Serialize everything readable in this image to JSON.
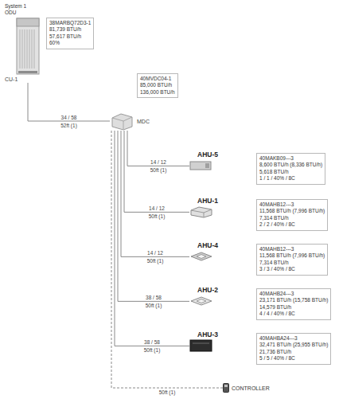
{
  "diagram": {
    "nodes": [
      {
        "text": [
          "System 1 ODU",
          "CU-1"
        ]
      },
      {
        "text": [
          "38MARBQ72D3-1",
          "81,739 BTU/h",
          "57,617 BTU/h",
          "60%"
        ]
      },
      {
        "text": [
          "MDC"
        ]
      },
      {
        "text": [
          "40MVDC04-1",
          "85,000 BTU/h",
          "136,000 BTU/h"
        ]
      },
      {
        "text": [
          "AHU-5"
        ]
      },
      {
        "text": [
          "40MAKB09---3",
          "8,600 BTU/h (8,336 BTU/h)",
          "5,618 BTU/h",
          "1 / 1 / 40% / 8C"
        ]
      },
      {
        "text": [
          "AHU-1"
        ]
      },
      {
        "text": [
          "40MAHB12---3",
          "11,568 BTU/h (7,996 BTU/h)",
          "7,314 BTU/h",
          "2 / 2 / 40% / 8C"
        ]
      },
      {
        "text": [
          "AHU-4"
        ]
      },
      {
        "text": [
          "40MAHB12---3",
          "11,568 BTU/h (7,996 BTU/h)",
          "7,314 BTU/h",
          "3 / 3 / 40% / 8C"
        ]
      },
      {
        "text": [
          "AHU-2"
        ]
      },
      {
        "text": [
          "40MAHB24---3",
          "23,171 BTU/h (15,758 BTU/h)",
          "14,579 BTU/h",
          "4 / 4 / 40% / 8C"
        ]
      },
      {
        "text": [
          "AHU-3"
        ]
      },
      {
        "text": [
          "40MAHBA24---3",
          "32,471 BTU/h (25,955 BTU/h)",
          "21,736 BTU/h",
          "5 / 5 / 40% / 8C"
        ]
      },
      {
        "text": [
          "CONTROLLER"
        ]
      }
    ],
    "edges": [
      {
        "from": 0,
        "to": 2,
        "label": "34 / 58",
        "arrow": "none"
      },
      {
        "from": 2,
        "to": 4,
        "label": "14 / 12",
        "arrow": "none"
      },
      {
        "from": 2,
        "to": 6,
        "label": "14 / 12",
        "arrow": "none"
      },
      {
        "from": 2,
        "to": 8,
        "label": "14 / 12",
        "arrow": "none"
      },
      {
        "from": 2,
        "to": 10,
        "label": "38 / 58",
        "arrow": "none"
      },
      {
        "from": 2,
        "to": 12,
        "label": "38 / 58",
        "arrow": "none"
      },
      {
        "from": 2,
        "to": 14,
        "label": "50ft (1)",
        "arrow": "none"
      }
    ],
    "labels": [
      "52ft (1)",
      "50ft (1)",
      "50ft (1)",
      "50ft (1)",
      "50ft (1)",
      "50ft (1)"
    ]
  }
}
